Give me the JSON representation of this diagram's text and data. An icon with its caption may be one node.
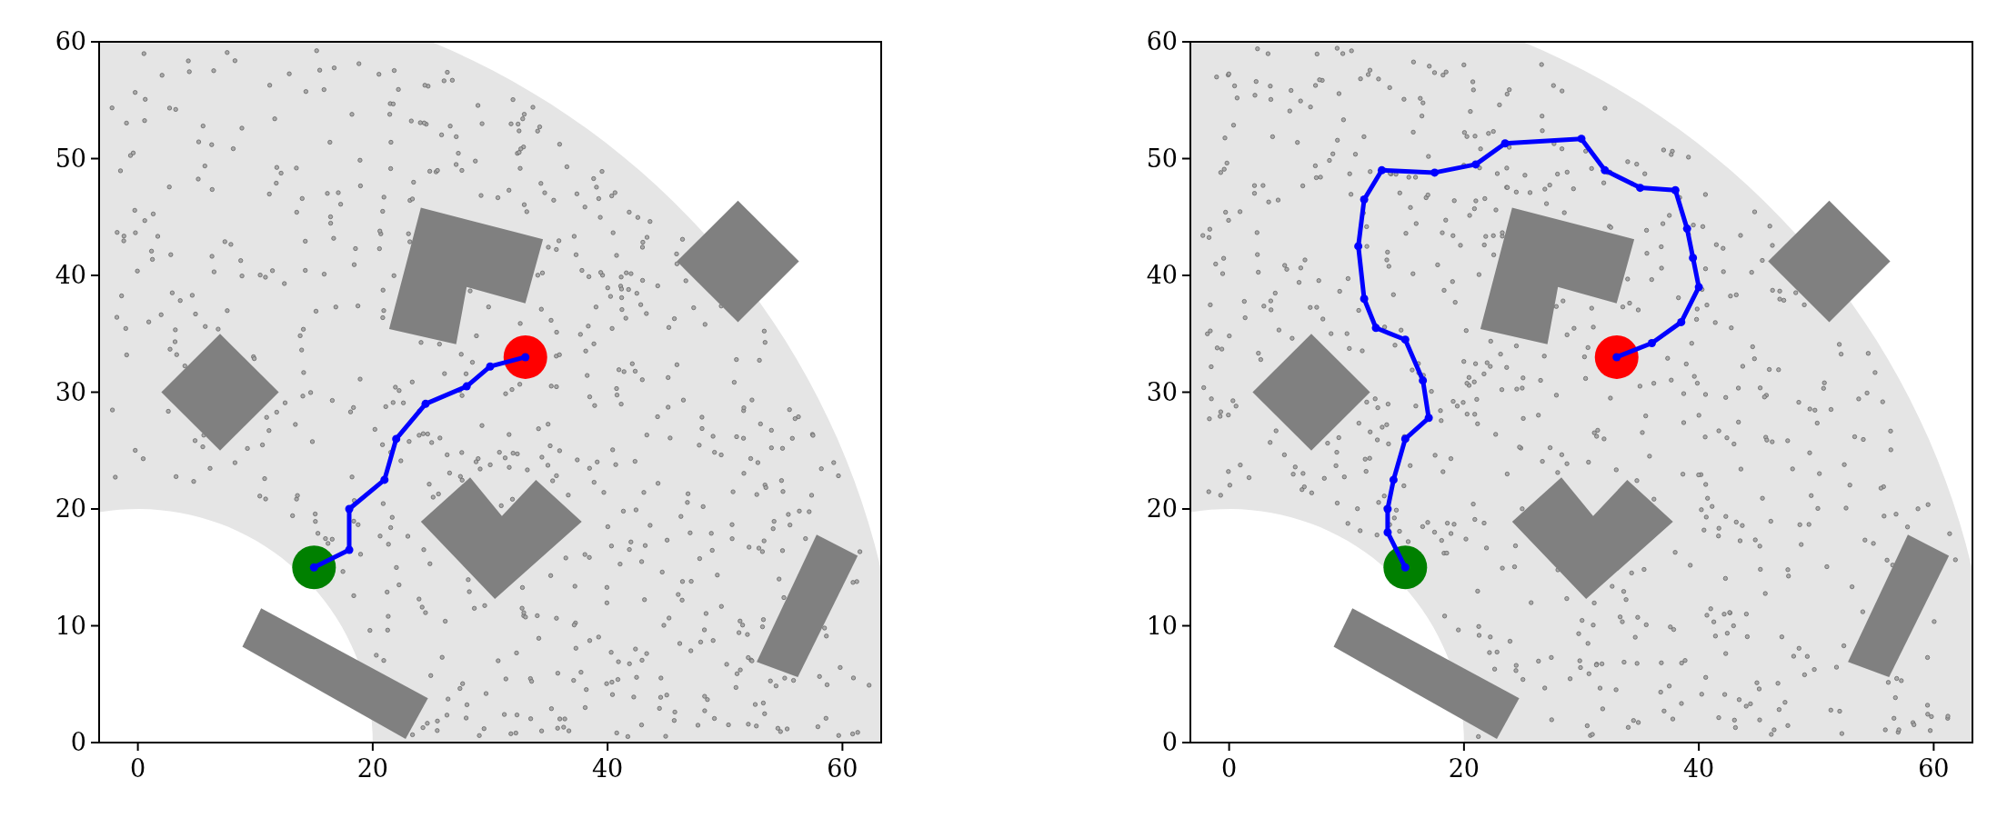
{
  "diagram": {
    "labels": [
      "60",
      "50",
      "40",
      "30",
      "20",
      "10",
      "0",
      "0",
      "20",
      "40",
      "60",
      "60",
      "50",
      "40",
      "30",
      "20",
      "10",
      "0",
      "0",
      "20",
      "40",
      "60"
    ]
  }
}
